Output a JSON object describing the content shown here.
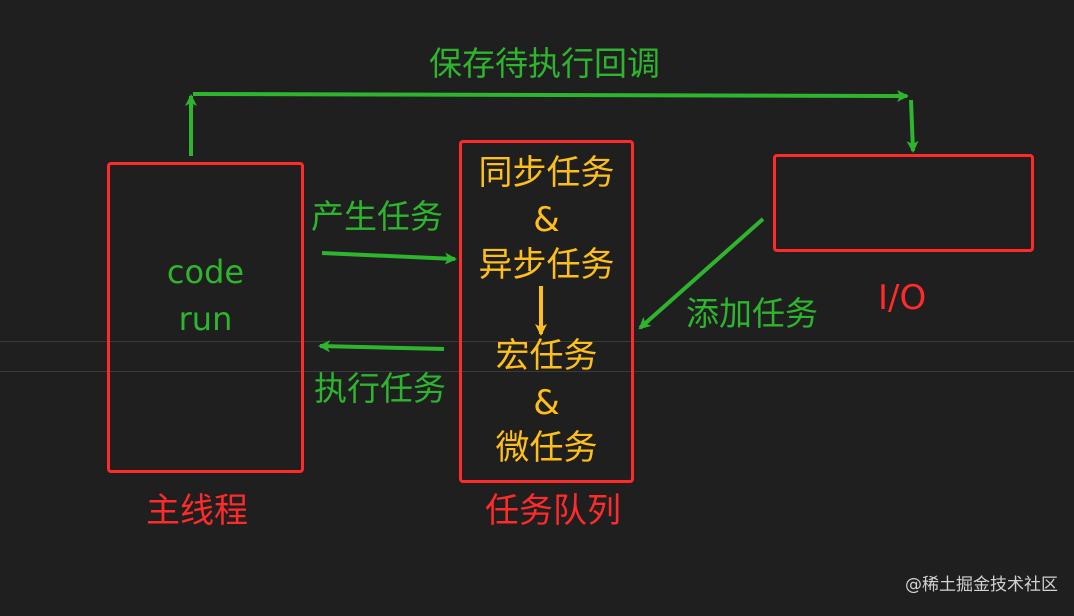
{
  "diagram": {
    "top_label": "保存待执行回调",
    "main_thread": {
      "code_line1": "code",
      "code_line2": "run",
      "caption": "主线程"
    },
    "queue": {
      "line1": "同步任务",
      "line2": "&",
      "line3": "异步任务",
      "line4": "宏任务",
      "line5": "&",
      "line6": "微任务",
      "caption": "任务队列"
    },
    "io": {
      "caption": "I/O"
    },
    "left_labels": {
      "produce": "产生任务",
      "execute": "执行任务"
    },
    "right_label": "添加任务",
    "watermark": "@稀土掘金技术社区",
    "colors": {
      "green": "#2db52d",
      "yellow": "#ffbf1a",
      "red": "#ff2a2a",
      "background": "#1f1f1f"
    }
  }
}
